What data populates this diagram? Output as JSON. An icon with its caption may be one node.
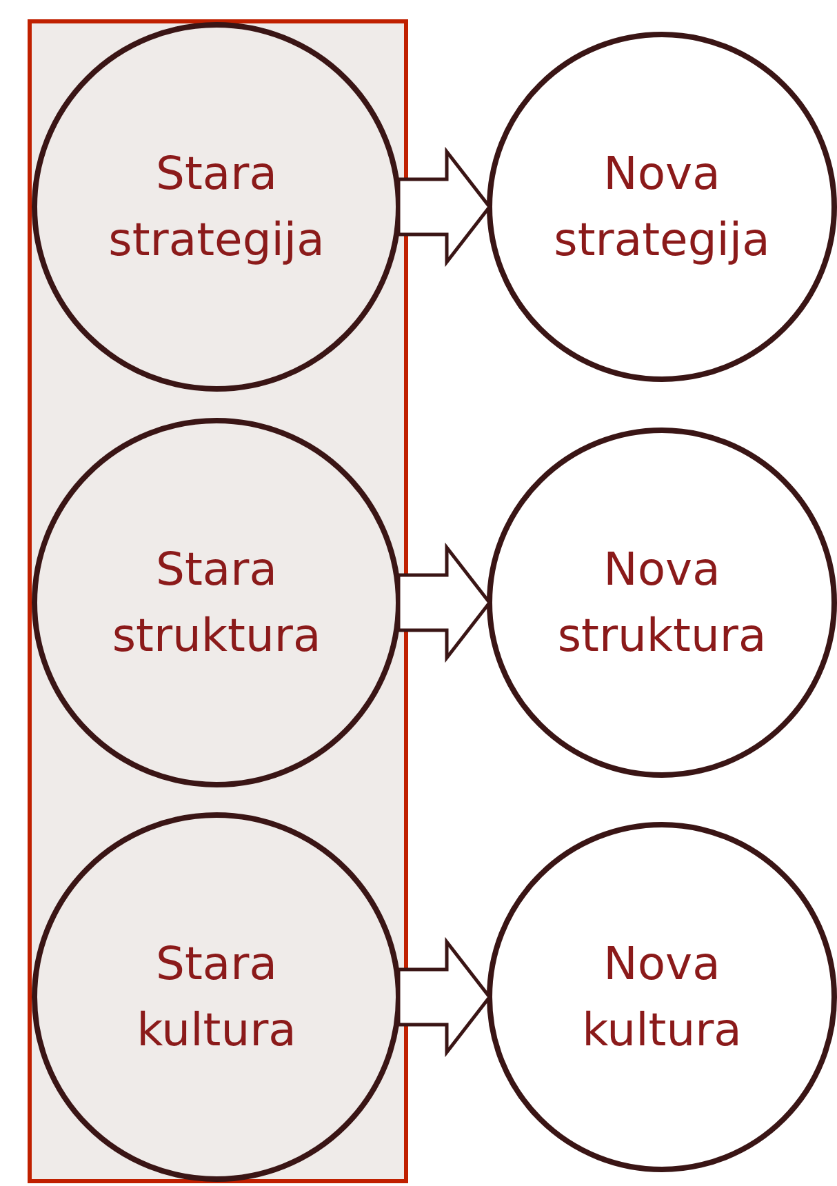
{
  "diagram": {
    "nodes": [
      {
        "text": [],
        "shape": "box"
      },
      {
        "text": [
          "Stara strategija"
        ],
        "in": 0
      },
      {
        "text": [
          "Nova strategija"
        ]
      },
      {
        "text": [
          "Stara struktura"
        ],
        "in": 0
      },
      {
        "text": [
          "Nova struktura"
        ]
      },
      {
        "text": [
          "Stara kultura"
        ],
        "in": 0
      },
      {
        "text": [
          "Nova kultura"
        ]
      }
    ],
    "edges": [
      {
        "from": 1,
        "to": 2,
        "arrow": "to"
      },
      {
        "from": 3,
        "to": 4,
        "arrow": "to"
      },
      {
        "from": 5,
        "to": 6,
        "arrow": "to"
      }
    ]
  }
}
